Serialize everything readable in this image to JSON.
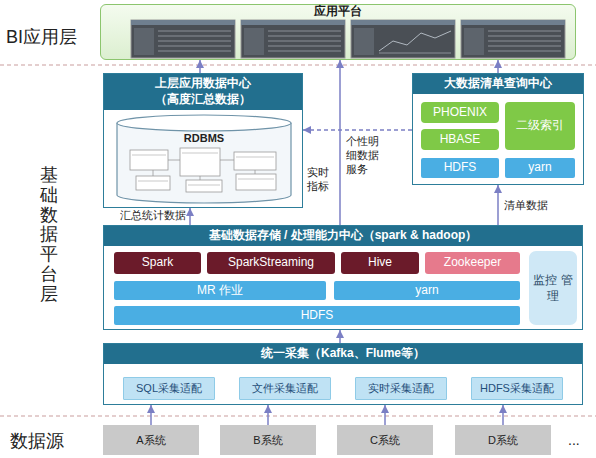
{
  "diagram": {
    "nodes": [
      {
        "text": [
          "应用平台"
        ]
      },
      {
        "text": [
          "上层应用数据中心 （高度汇总数据）"
        ]
      },
      {
        "text": [
          "RDBMS"
        ],
        "in": 1
      },
      {
        "text": [
          "大数据清单查询中心"
        ]
      },
      {
        "text": [
          "PHOENIX"
        ],
        "in": 3
      },
      {
        "text": [
          "HBASE"
        ],
        "in": 3
      },
      {
        "text": [
          "二级索引"
        ],
        "in": 3
      },
      {
        "text": [
          "HDFS"
        ],
        "in": 3
      },
      {
        "text": [
          "yarn"
        ],
        "in": 3
      },
      {
        "text": [
          "基础数据存储 / 处理能力中心（spark & hadoop）"
        ]
      },
      {
        "text": [
          "Spark"
        ],
        "in": 9
      },
      {
        "text": [
          "SparkStreaming"
        ],
        "in": 9
      },
      {
        "text": [
          "Hive"
        ],
        "in": 9
      },
      {
        "text": [
          "Zookeeper"
        ],
        "in": 9
      },
      {
        "text": [
          "MR 作业"
        ],
        "in": 9
      },
      {
        "text": [
          "yarn"
        ],
        "in": 9
      },
      {
        "text": [
          "HDFS"
        ],
        "in": 9
      },
      {
        "text": [
          "监控 管理"
        ],
        "in": 9
      },
      {
        "text": [
          "统一采集（Kafka、Flume等）"
        ]
      },
      {
        "text": [
          "SQL采集适配"
        ],
        "in": 18
      },
      {
        "text": [
          "文件采集适配"
        ],
        "in": 18
      },
      {
        "text": [
          "实时采集适配"
        ],
        "in": 18
      },
      {
        "text": [
          "HDFS采集适配"
        ],
        "in": 18
      },
      {
        "text": [
          "A系统"
        ]
      },
      {
        "text": [
          "B系统"
        ]
      },
      {
        "text": [
          "C系统"
        ]
      },
      {
        "text": [
          "D系统"
        ]
      }
    ],
    "edges": [
      {
        "from": 9,
        "to": 1,
        "arrow": "to",
        "label": "汇总统计数据"
      },
      {
        "from": 9,
        "to": 0,
        "arrow": "to",
        "label": "实时指标"
      },
      {
        "from": 3,
        "to": 1,
        "arrow": "to",
        "label": "个性明细数据服务"
      },
      {
        "from": 1,
        "to": 0,
        "arrow": "to"
      },
      {
        "from": 3,
        "to": 0,
        "arrow": "to"
      },
      {
        "from": 9,
        "to": 3,
        "arrow": "to",
        "label": "清单数据"
      },
      {
        "from": 18,
        "to": 9,
        "arrow": "to"
      },
      {
        "from": 23,
        "to": 18,
        "arrow": "to"
      },
      {
        "from": 24,
        "to": 18,
        "arrow": "to"
      },
      {
        "from": 25,
        "to": 18,
        "arrow": "to"
      },
      {
        "from": 26,
        "to": 18,
        "arrow": "to"
      }
    ],
    "labels": [
      "BI应用层",
      "基础数据平台层",
      "数据源",
      "..."
    ]
  }
}
